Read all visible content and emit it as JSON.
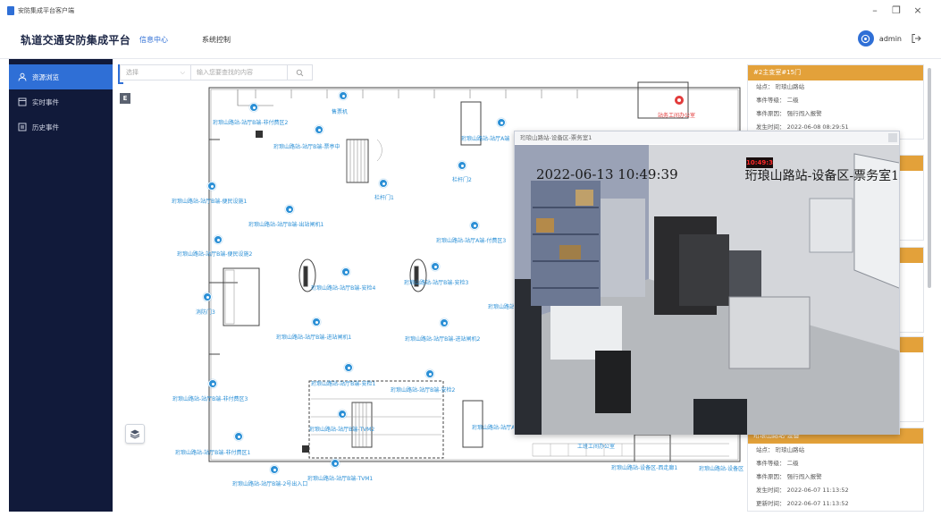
{
  "window": {
    "title": "安防集成平台客户端",
    "minimize": "–",
    "maximize": "❐",
    "close": "×"
  },
  "header": {
    "brand": "轨道交通安防集成平台",
    "nav": [
      {
        "label": "信息中心"
      },
      {
        "label": "系统控制"
      }
    ],
    "username": "admin"
  },
  "sidebar": {
    "items": [
      {
        "label": "资源浏览",
        "icon": "user-icon"
      },
      {
        "label": "实时事件",
        "icon": "window-icon"
      },
      {
        "label": "历史事件",
        "icon": "list-icon"
      }
    ]
  },
  "map": {
    "select_placeholder": "选择",
    "search_placeholder": "输入您要查找的内容",
    "e_button": "E",
    "pins": [
      {
        "label": "珩琅山路站-站厅B端-非付费区2"
      },
      {
        "label": "珩琅山路站-站厅B端-票亭中"
      },
      {
        "label": "售票机"
      },
      {
        "label": "珩琅山路站-站厅A端"
      },
      {
        "label": "珩琅山路站-站厅B端-便民设施1"
      },
      {
        "label": "栏杆门1"
      },
      {
        "label": "栏杆门2"
      },
      {
        "label": "珩琅山路站-站厅B端-出站闸机1"
      },
      {
        "label": "珩琅山路站-站厅A端-付费区3"
      },
      {
        "label": "珩琅山路站-站厅B端-便民设施2"
      },
      {
        "label": "珩琅山路站-站厅B端-安检4"
      },
      {
        "label": "珩琅山路站-站厅B端-安检3"
      },
      {
        "label": "消防门3"
      },
      {
        "label": "珩琅山路站"
      },
      {
        "label": "珩琅山路站-站厅B端-进站闸机1"
      },
      {
        "label": "珩琅山路站-站厅B端-进站闸机2"
      },
      {
        "label": "珩琅山路站-站厅B端-安检1"
      },
      {
        "label": "珩琅山路站-站厅B端-安检2"
      },
      {
        "label": "珩琅山路站-站厅B端-非付费区3"
      },
      {
        "label": "珩琅山路站-站厅B端-TVM2"
      },
      {
        "label": "珩琅山路站-站厅A端"
      },
      {
        "label": "珩琅山路站-站厅B端-非付费区1"
      },
      {
        "label": "珩琅山路站-站厅B端-TVM1"
      },
      {
        "label": "珩琅山路站-站厅B端-2号出入口"
      },
      {
        "label": "珩琅山路站-设备区-西走廊1"
      },
      {
        "label": "珩琅山路站-设备区"
      },
      {
        "label": "站务工间办公室"
      },
      {
        "label": "工班工间办公室"
      }
    ]
  },
  "video": {
    "title": "珩琅山路站-设备区-票务室1",
    "osd_time": "2022-06-13 10:49:39",
    "osd_name": "珩琅山路站-设备区-票务室1",
    "clock": "10:49:3"
  },
  "events": [
    {
      "title": "#2主变室#15门",
      "rows": [
        "站点：  珩琅山路站",
        "事件等级：  二级",
        "事件原因：  强行闯入报警",
        "发生时间：  2022-06-08 08:29:51"
      ]
    },
    {
      "title": "珩琅山路站-设备",
      "rows": [
        "站点：  珩琅山路站",
        "事件等级：  二级",
        "事件原因：  强行闯入报警",
        "发生时间：  2022-06-07 11:13:52",
        "更新时间：  2022-06-07 11:13:52"
      ]
    }
  ],
  "colors": {
    "accent": "#2f6fd6",
    "sidebar": "#111a3a",
    "event_header": "#e3a13a",
    "pin": "#2a8fd6"
  }
}
